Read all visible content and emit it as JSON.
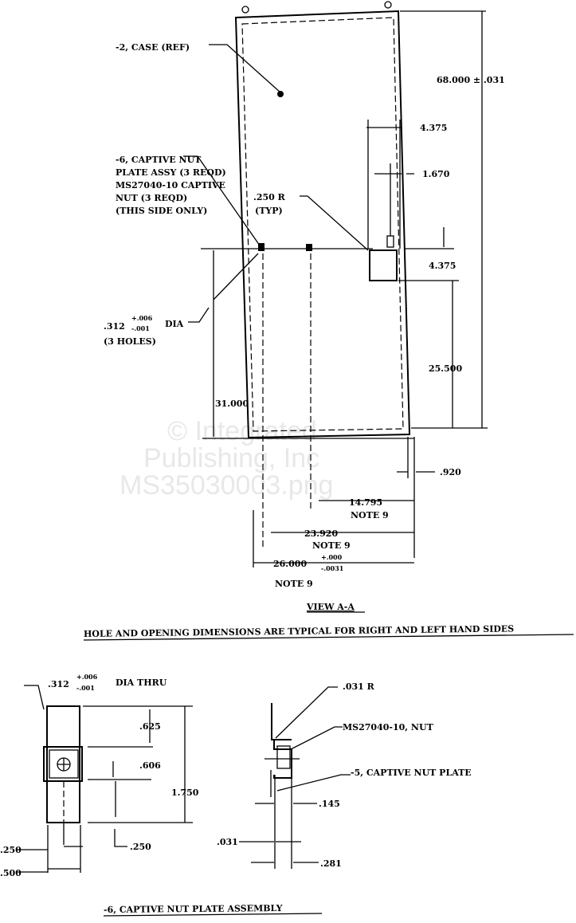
{
  "watermark": {
    "line1": "© Integrated",
    "line2": "Publishing, Inc",
    "line3": "MS35030003.png"
  },
  "view_aa": {
    "case_label": "-2, CASE (REF)",
    "captive_nut_label": [
      "-6, CAPTIVE NUT",
      "PLATE ASSY (3 REQD)",
      "MS27040-10 CAPTIVE",
      "NUT (3 REQD)",
      "(THIS SIDE ONLY)"
    ],
    "radius_label": ".250 R",
    "radius_note": "(TYP)",
    "hole_dia": ".312",
    "hole_tol_plus": "+.006",
    "hole_tol_minus": "-.001",
    "hole_dia_suffix": "DIA",
    "hole_count": "(3 HOLES)",
    "dim_height": "68.000 ± .031",
    "dim_4375_top": "4.375",
    "dim_1670": "1.670",
    "dim_4375_bottom": "4.375",
    "dim_25500": "25.500",
    "dim_31000": "31.000",
    "dim_920": ".920",
    "dim_14795": "14.795",
    "dim_23920": "23.920",
    "dim_26000": "26.000",
    "dim_26000_plus": "+.000",
    "dim_26000_minus": "-.0031",
    "note9": "NOTE 9",
    "title": "VIEW A-A"
  },
  "general_note": "HOLE AND OPENING DIMENSIONS ARE TYPICAL FOR RIGHT AND LEFT HAND SIDES",
  "assembly": {
    "dia_thru": ".312",
    "dia_plus": "+.006",
    "dia_minus": "-.001",
    "dia_suffix": "DIA THRU",
    "dim_625": ".625",
    "dim_606": ".606",
    "dim_1750": "1.750",
    "dim_250_a": ".250",
    "dim_250_b": ".250",
    "dim_500": ".500",
    "radius": ".031 R",
    "nut": "MS27040-10, NUT",
    "plate": "-5, CAPTIVE NUT PLATE",
    "dim_145": ".145",
    "dim_031": ".031",
    "dim_281": ".281",
    "title": "-6, CAPTIVE NUT PLATE ASSEMBLY"
  }
}
